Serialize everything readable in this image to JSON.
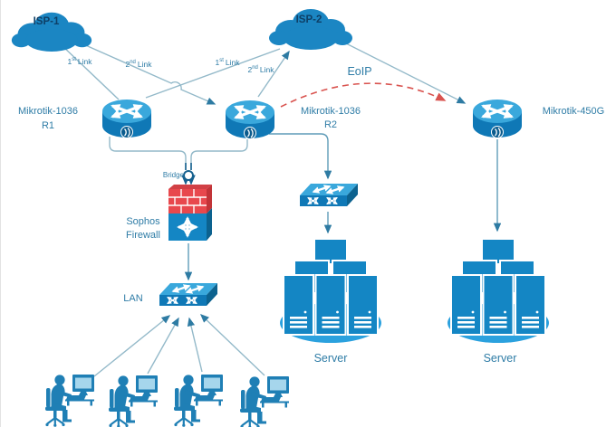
{
  "diagram": {
    "isp1": {
      "label": "ISP-1"
    },
    "isp2": {
      "label": "ISP-2"
    },
    "r1": {
      "model": "Mikrotik-1036",
      "name": "R1"
    },
    "r2": {
      "model": "Mikrotik-1036",
      "name": "R2"
    },
    "r450g": {
      "model": "Mikrotik-450G"
    },
    "links": {
      "isp1_r1": {
        "num": "1",
        "ord": "st",
        "word": "Link"
      },
      "isp1_r2": {
        "num": "2",
        "ord": "nd",
        "word": "Link"
      },
      "isp2_r1": {
        "num": "1",
        "ord": "st",
        "word": "Link"
      },
      "r2_isp2": {
        "num": "2",
        "ord": "nd",
        "word": "Link"
      },
      "eoip": {
        "label": "EoIP"
      },
      "bridge": {
        "label": "Bridge"
      }
    },
    "firewall": {
      "label_line1": "Sophos",
      "label_line2": "Firewall"
    },
    "lan": {
      "label": "LAN"
    },
    "server_mid": {
      "label": "Server"
    },
    "server_right": {
      "label": "Server"
    },
    "colors": {
      "icon_blue": "#1b86c3",
      "icon_blue_light": "#3aa8dc",
      "icon_blue_dark": "#0f78b6",
      "label_text": "#2e7ca6",
      "cloud_text": "#0e3f66",
      "connector_line": "#93b9c9",
      "arrowhead": "#2e7ba3",
      "eoip_red": "#d9534f",
      "firewall_brick_red": "#e8484d"
    }
  }
}
